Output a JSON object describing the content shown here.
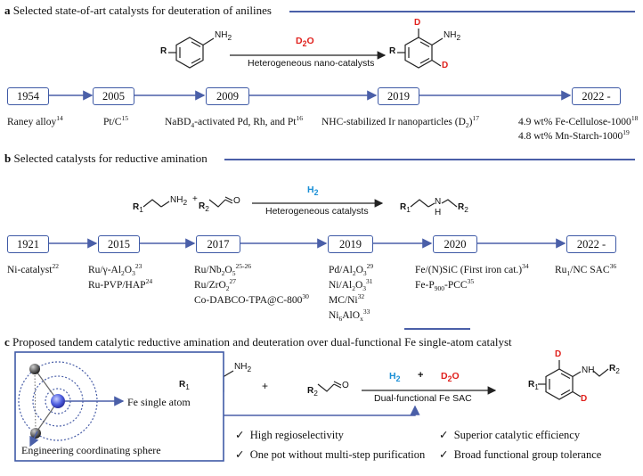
{
  "section_a": {
    "letter": "a",
    "title": "Selected state-of-art catalysts for deuteration of anilines",
    "reactant": "NH",
    "reactant_sub": "2",
    "r_label": "R",
    "reagent": "D",
    "reagent_sub": "2",
    "reagent_tail": "O",
    "condition": "Heterogeneous nano-catalysts",
    "product_nh2": "NH",
    "product_nh2_sub": "2",
    "d_top": "D",
    "d_bottom": "D",
    "timeline": [
      "1954",
      "2005",
      "2009",
      "2019",
      "2022 -"
    ],
    "labels": {
      "l1954": "Raney alloy",
      "l1954_ref": "14",
      "l2005": "Pt/C",
      "l2005_ref": "15",
      "l2009_a": "NaBD",
      "l2009_sub": "4",
      "l2009_b": "-activated Pd, Rh, and Pt",
      "l2009_ref": "16",
      "l2019_a": "NHC-stabilized Ir nanoparticles (D",
      "l2019_sub": "2",
      "l2019_b": ")",
      "l2019_ref": "17",
      "l2022_1": "4.9 wt% Fe-Cellulose-1000",
      "l2022_1_ref": "18",
      "l2022_2": "4.8 wt% Mn-Starch-1000",
      "l2022_2_ref": "19"
    }
  },
  "section_b": {
    "letter": "b",
    "title": "Selected catalysts for reductive amination",
    "r1": "R",
    "r1_sub": "1",
    "nh2": "NH",
    "nh2_sub": "2",
    "plus": "+",
    "r2": "R",
    "r2_sub": "2",
    "o": "O",
    "reagent": "H",
    "reagent_sub": "2",
    "condition": "Heterogeneous catalysts",
    "p_n": "N",
    "p_h": "H",
    "timeline": [
      "1921",
      "2015",
      "2017",
      "2019",
      "2020",
      "2022 -"
    ],
    "labels": {
      "l1921": "Ni-catalyst",
      "l1921_ref": "22",
      "l2015_1a": "Ru/γ-Al",
      "l2015_1s1": "2",
      "l2015_1b": "O",
      "l2015_1s2": "3",
      "l2015_1_ref": "23",
      "l2015_2": "Ru-PVP/HAP",
      "l2015_2_ref": "24",
      "l2017_1a": "Ru/Nb",
      "l2017_1s1": "2",
      "l2017_1b": "O",
      "l2017_1s2": "5",
      "l2017_1_ref": "25-26",
      "l2017_2a": "Ru/ZrO",
      "l2017_2s": "2",
      "l2017_2_ref": "27",
      "l2017_3": "Co-DABCO-TPA@C-800",
      "l2017_3_ref": "30",
      "l2019_1a": "Pd/Al",
      "l2019_1s1": "2",
      "l2019_1b": "O",
      "l2019_1s2": "3",
      "l2019_1_ref": "29",
      "l2019_2a": "Ni/Al",
      "l2019_2s1": "2",
      "l2019_2b": "O",
      "l2019_2s2": "3",
      "l2019_2_ref": "31",
      "l2019_3": "MC/Ni",
      "l2019_3_ref": "32",
      "l2019_4a": "Ni",
      "l2019_4s1": "6",
      "l2019_4b": "AlO",
      "l2019_4s2": "x",
      "l2019_4_ref": "33",
      "l2020_1": "Fe/(N)SiC (First iron cat.)",
      "l2020_1_ref": "34",
      "l2020_2a": "Fe-P",
      "l2020_2s": "900",
      "l2020_2b": "-PCC",
      "l2020_2_ref": "35",
      "l2022a": "Ru",
      "l2022s": "1",
      "l2022b": "/NC SAC",
      "l2022_ref": "36"
    }
  },
  "section_c": {
    "letter": "c",
    "title": "Proposed tandem catalytic reductive amination and deuteration over dual-functional Fe single-atom catalyst",
    "fe_label": "Fe single atom",
    "sphere_label": "Engineering coordinating sphere",
    "r1": "R",
    "r1_sub": "1",
    "nh2": "NH",
    "nh2_sub": "2",
    "plus1": "+",
    "r2": "R",
    "r2_sub": "2",
    "o": "O",
    "h2": "H",
    "h2_sub": "2",
    "plus2": "+",
    "d2o_a": "D",
    "d2o_sub": "2",
    "d2o_b": "O",
    "condition": "Dual-functional Fe SAC",
    "p_nh": "NH",
    "p_r2": "R",
    "p_r2_sub": "2",
    "p_r1": "R",
    "p_r1_sub": "1",
    "d_top": "D",
    "d_bottom": "D",
    "bullets": [
      "High regioselectivity",
      "Superior catalytic efficiency",
      "One pot without multi-step purification",
      "Broad functional group tolerance"
    ],
    "check": "✓"
  },
  "colors": {
    "accent": "#4a5fa8",
    "red": "#e0201c",
    "blue": "#1a8fd6"
  }
}
